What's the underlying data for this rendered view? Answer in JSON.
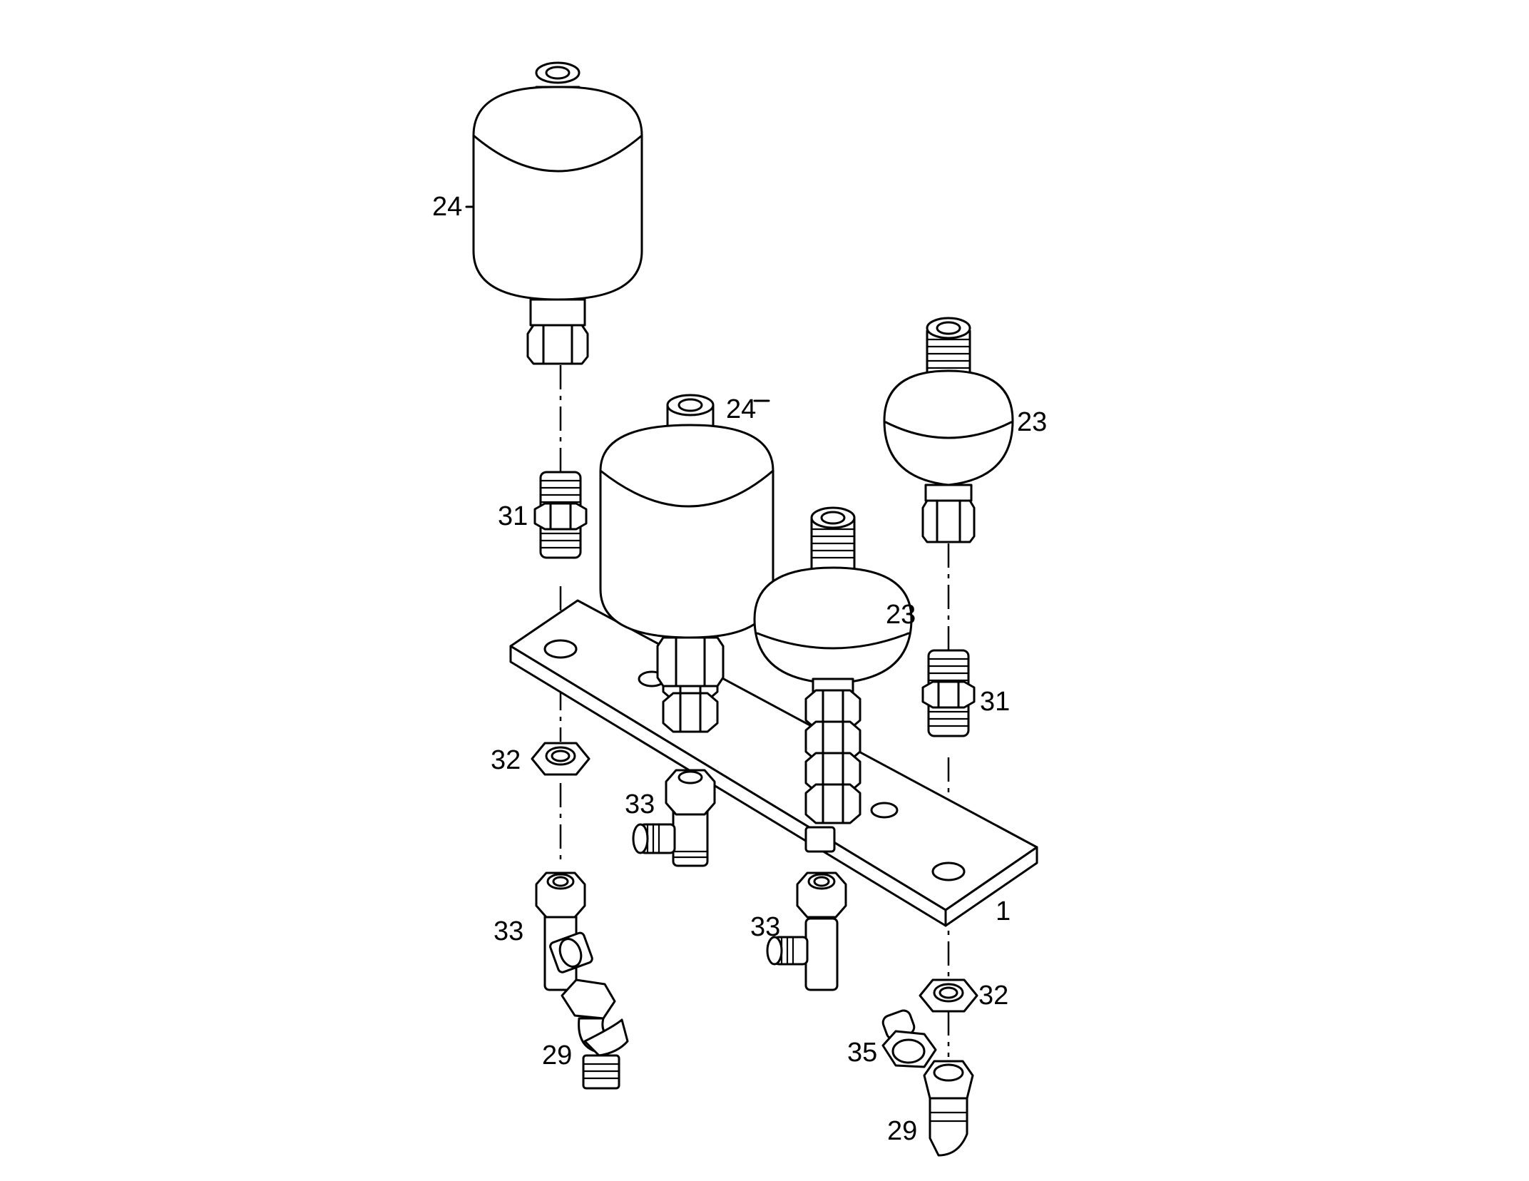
{
  "labels": {
    "p24_top": "24",
    "p24_mid": "24",
    "p23_right": "23",
    "p23_mid": "23",
    "p31_left": "31",
    "p31_right": "31",
    "p32_left": "32",
    "p32_right": "32",
    "p33_center": "33",
    "p33_left": "33",
    "p33_mid": "33",
    "p1": "1",
    "p35": "35",
    "p29_left": "29",
    "p29_right": "29"
  }
}
